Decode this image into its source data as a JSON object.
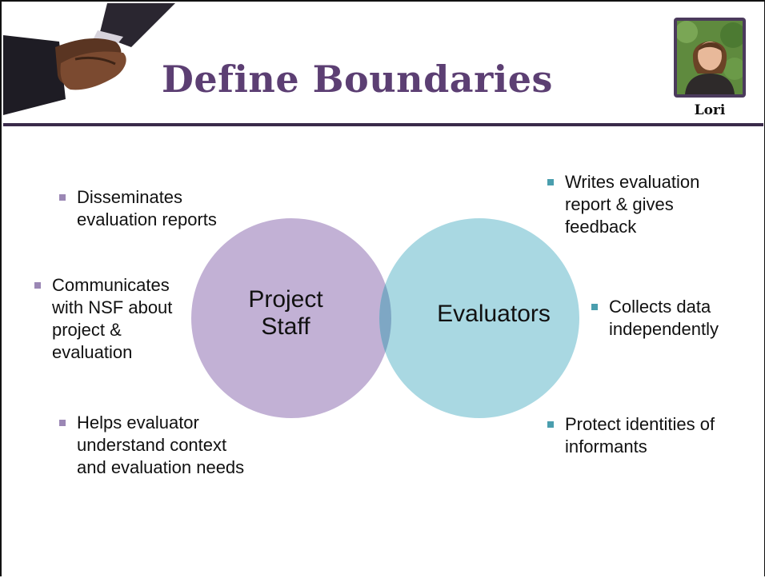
{
  "slide": {
    "title": "Define Boundaries",
    "presenter_name": "Lori"
  },
  "venn": {
    "left_circle_label_line1": "Project",
    "left_circle_label_line2": "Staff",
    "right_circle_label": "Evaluators",
    "colors": {
      "left": "#c2b1d5",
      "right": "#a9d8e2",
      "overlap": "#7ea7c4"
    }
  },
  "project_staff_bullets": [
    {
      "lines": [
        "Disseminates",
        "evaluation reports"
      ]
    },
    {
      "lines": [
        "Communicates",
        "with NSF about",
        "project &",
        "evaluation"
      ]
    },
    {
      "lines": [
        "Helps evaluator",
        "understand context",
        "and evaluation needs"
      ]
    }
  ],
  "evaluator_bullets": [
    {
      "lines": [
        "Writes evaluation",
        "report & gives",
        "feedback"
      ]
    },
    {
      "lines": [
        "Collects data",
        "independently"
      ]
    },
    {
      "lines": [
        "Protect identities of",
        "informants"
      ]
    }
  ],
  "icons": {
    "header_image": "handshake-icon",
    "presenter_photo": "person-portrait-icon",
    "bullet_marker": "square-bullet-icon"
  }
}
